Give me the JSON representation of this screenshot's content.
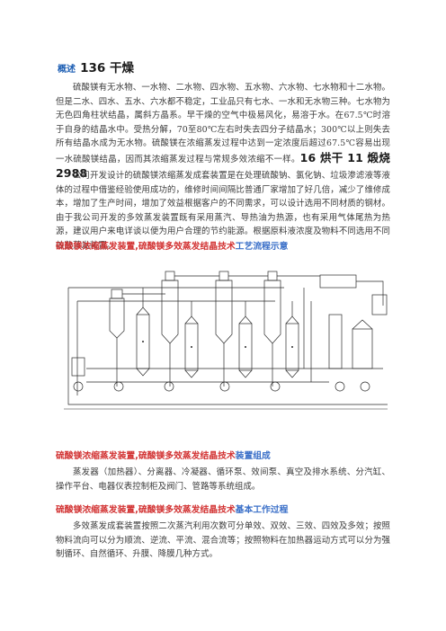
{
  "title": {
    "prefix": "概述",
    "main": "136 干燥"
  },
  "intro": {
    "text": "硫酸镁有无水物、一水物、二水物、四水物、五水物、六水物、七水物和十二水物。但是二水、四水、五水、六水都不稳定，工业品只有七水、一水和无水物三种。七水物为无色四角柱状结晶，属斜方晶系。早干燥的空气中极易风化，易溶于水。在67.5℃时溶于自身的结晶水中。受热分解，70至80℃左右时失去四分子结晶水；300℃以上则失去所有结晶水成为无水物。硫酸镁在浓缩蒸发过程中达到一定浓度后超过67.5℃容易出现一水硫酸镁结晶，因而其浓缩蒸发过程与常规多效浓缩不一样。",
    "inline_bold": "16 烘干 11 煅烧 2988"
  },
  "para2": {
    "text": "公司开发设计的硫酸镁浓缩蒸发成套装置是在处理硫酸钠、氯化钠、垃圾渗滤液等液体的过程中借鉴经验使用成功的，维修时间间隔比普通厂家增加了好几倍，减少了维修成本，增加了生产时间，增加了效益根据客户的不同需求，可以设计选用不同材质的钢材。由于我公司开发的多效蒸发装置既有采用蒸汽、导热油为热源，也有采用气体尾热为热源，建议用户来电详谈以便为用户合理的节约能源。根据原料液浓度及物料不同选用不同效数蒸发装置。"
  },
  "section1": {
    "red": "硫酸镁浓缩蒸发装置,硫酸镁多效蒸发结晶技术",
    "blue": "工艺流程示意"
  },
  "section2": {
    "red": "硫酸镁浓缩蒸发装置,硫酸镁多效蒸发结晶技术",
    "blue": "装置组成",
    "text": "蒸发器（加热器）、分离器、冷凝器、循环泵、效间泵、真空及排水系统、分汽缸、操作平台、电器仪表控制柜及阀门、管路等系统组成。"
  },
  "section3": {
    "red": "硫酸镁浓缩蒸发装置,硫酸镁多效蒸发结晶技术",
    "blue": "基本工作过程",
    "text": "多效蒸发成套装置按照二次蒸汽利用次数可分单效、双效、三效、四效及多效；按照物料流向可以分为顺流、逆流、平流、混合流等；按照物料在加热器运动方式可以分为强制循环、自然循环、升膜、降膜几种方式。"
  },
  "colors": {
    "heading_red": "#d23232",
    "heading_blue": "#3a6fc8",
    "title_blue": "#1e5fb4"
  }
}
